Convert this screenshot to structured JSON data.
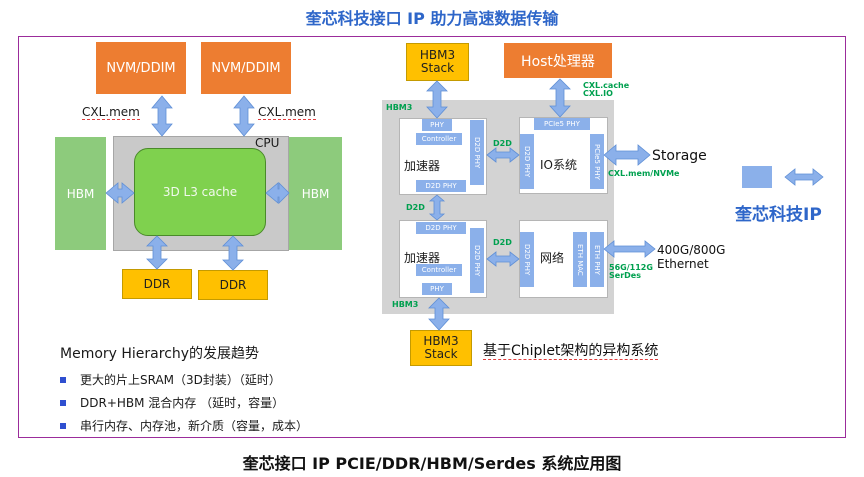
{
  "top_title": "奎芯科技接口 IP 助力高速数据传输",
  "bottom_title": "奎芯接口 IP PCIE/DDR/HBM/Serdes 系统应用图",
  "left": {
    "nvm1": "NVM/DDIM",
    "nvm2": "NVM/DDIM",
    "cxl_left": "CXL.mem",
    "cxl_right": "CXL.mem",
    "cpu": "CPU",
    "hbm_left": "HBM",
    "hbm_right": "HBM",
    "l3": "3D L3 cache",
    "ddr1": "DDR",
    "ddr2": "DDR"
  },
  "right": {
    "hbm3_top": [
      "HBM3",
      "Stack"
    ],
    "host": "Host处理器",
    "cxl_cache": [
      "CXL.cache",
      "CXL.IO"
    ],
    "hbm3_tag_top": "HBM3",
    "hbm3_tag_bottom": "HBM3",
    "phy": "PHY",
    "controller": "Controller",
    "d2d_phy": "D2D PHY",
    "d2d": "D2D",
    "accel": "加速器",
    "io": "IO系统",
    "pcie_phy": "PCIe5 PHY",
    "network": "网络",
    "eth_mac": "ETH MAC",
    "eth_phy": "ETH PHY",
    "storage": "Storage",
    "cxl_nvme": "CXL.mem/NVMe",
    "ethernet": [
      "400G/800G",
      "Ethernet"
    ],
    "serdes": [
      "56G/112G",
      "SerDes"
    ],
    "hbm3_bottom": [
      "HBM3",
      "Stack"
    ],
    "caption": "基于Chiplet架构的异构系统"
  },
  "brand": "奎芯科技IP",
  "legend": {
    "title": "Memory Hierarchy的发展趋势",
    "bullets": [
      "更大的片上SRAM（3D封装）（延时）",
      "DDR+HBM 混合内存 （延时，容量）",
      "串行内存、内存池，新介质（容量，成本）"
    ]
  },
  "colors": {
    "brand_blue": "#2e66c9",
    "orange": "#ed7d31",
    "yellow": "#ffc000",
    "green": "#8dcb7c",
    "l3_green": "#7fd14e",
    "arrow_blue": "#8bb0ea",
    "d2d_green": "#00a04f",
    "frame_purple": "#9b2c9b"
  },
  "icons": [
    "double-arrow-icon",
    "bullet-square-icon"
  ]
}
